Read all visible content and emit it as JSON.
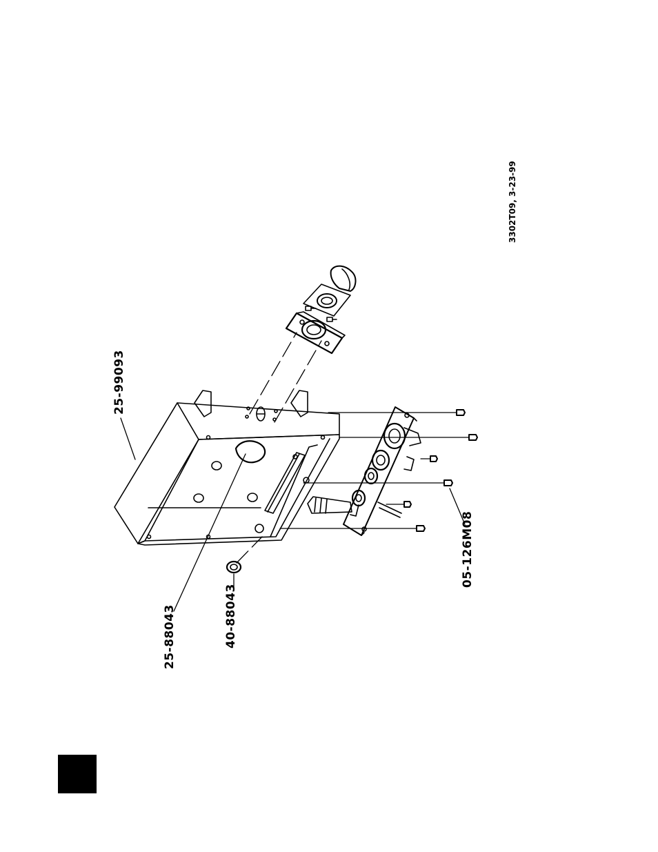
{
  "callouts": {
    "enclosure_cover": "25-99093",
    "enclosure_box": "25-88043",
    "plug": "40-88043",
    "screw": "05-126M08"
  },
  "drawing_id": "3302T09, 3-23-99",
  "colors": {
    "ink": "#000000",
    "paper": "#ffffff"
  }
}
